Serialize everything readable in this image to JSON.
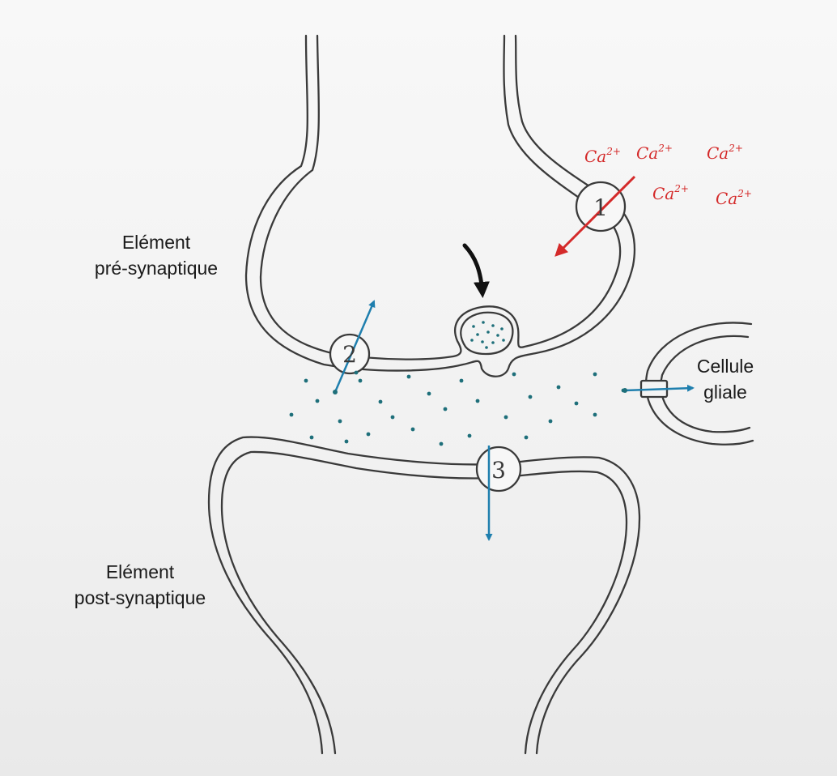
{
  "labels": {
    "pre_line1": "Elément",
    "pre_line2": "pré-synaptique",
    "post_line1": "Elément",
    "post_line2": "post-synaptique",
    "glial_line1": "Cellule",
    "glial_line2": "gliale"
  },
  "markers": [
    "1",
    "2",
    "3"
  ],
  "ions": {
    "base": "Ca",
    "charge": "2+"
  },
  "colors": {
    "ink": "#3a3a3a",
    "arrow_blue": "#1f7fae",
    "dot_teal": "#1e6f7a",
    "calcium_red": "#d42a2a"
  }
}
